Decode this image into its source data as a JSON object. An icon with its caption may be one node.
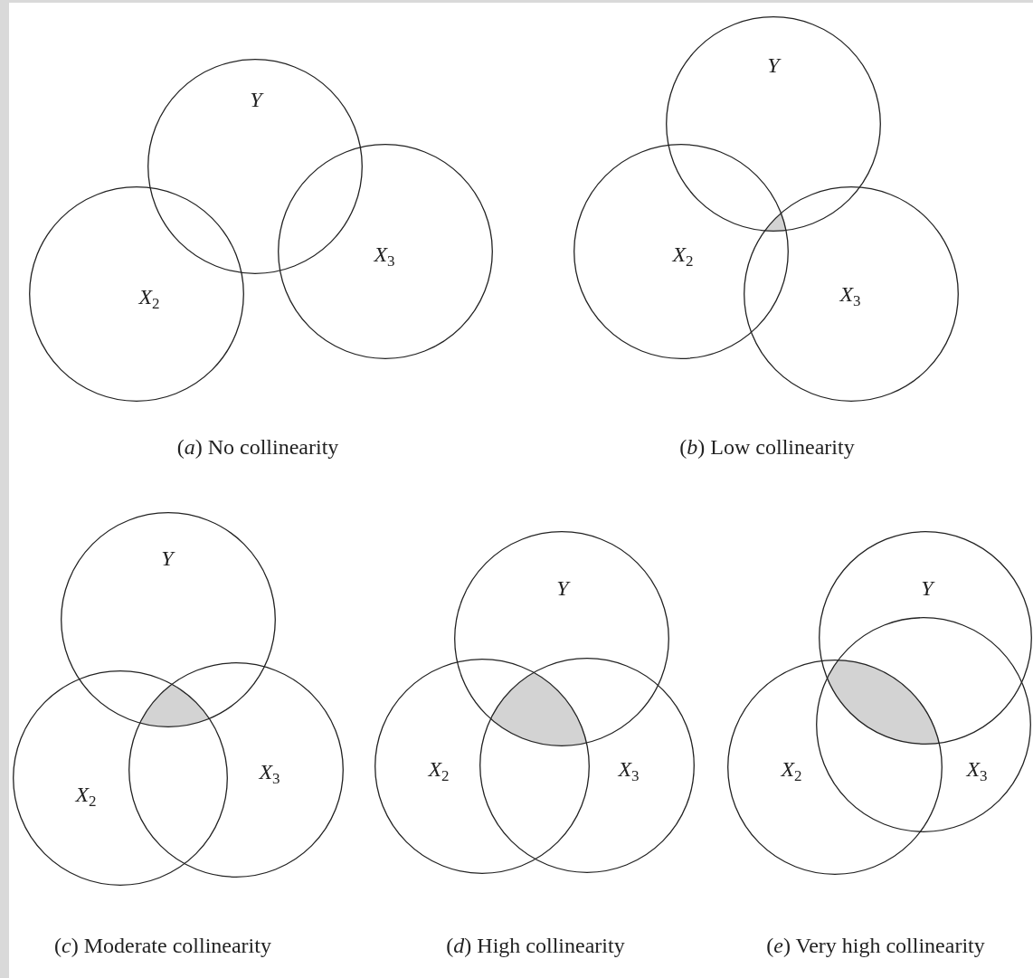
{
  "diagram": {
    "nodes": [
      {
        "text": [
          "Y"
        ]
      },
      {
        "text": [
          "X$_{2}$"
        ]
      },
      {
        "text": [
          "X$_{3}$"
        ]
      },
      {
        "text": [
          "Y"
        ]
      },
      {
        "text": [
          "X$_{2}$"
        ]
      },
      {
        "text": [
          "X$_{3}$"
        ]
      },
      {
        "text": [],
        "shape": "region"
      },
      {
        "text": [
          "Y"
        ]
      },
      {
        "text": [
          "X$_{2}$"
        ]
      },
      {
        "text": [
          "X$_{3}$"
        ]
      },
      {
        "text": [],
        "shape": "region"
      },
      {
        "text": [
          "Y"
        ]
      },
      {
        "text": [
          "X$_{2}$"
        ]
      },
      {
        "text": [
          "X$_{3}$"
        ]
      },
      {
        "text": [],
        "shape": "region"
      },
      {
        "text": [
          "Y"
        ]
      },
      {
        "text": [
          "X$_{2}$"
        ]
      },
      {
        "text": [
          "X$_{3}$"
        ]
      },
      {
        "text": [],
        "shape": "region"
      }
    ],
    "labels": [
      "(*a*) No collinearity",
      "(*b*) Low collinearity",
      "(*c*) Moderate collinearity",
      "(*d*) High collinearity",
      "(*e*) Very high collinearity"
    ]
  }
}
